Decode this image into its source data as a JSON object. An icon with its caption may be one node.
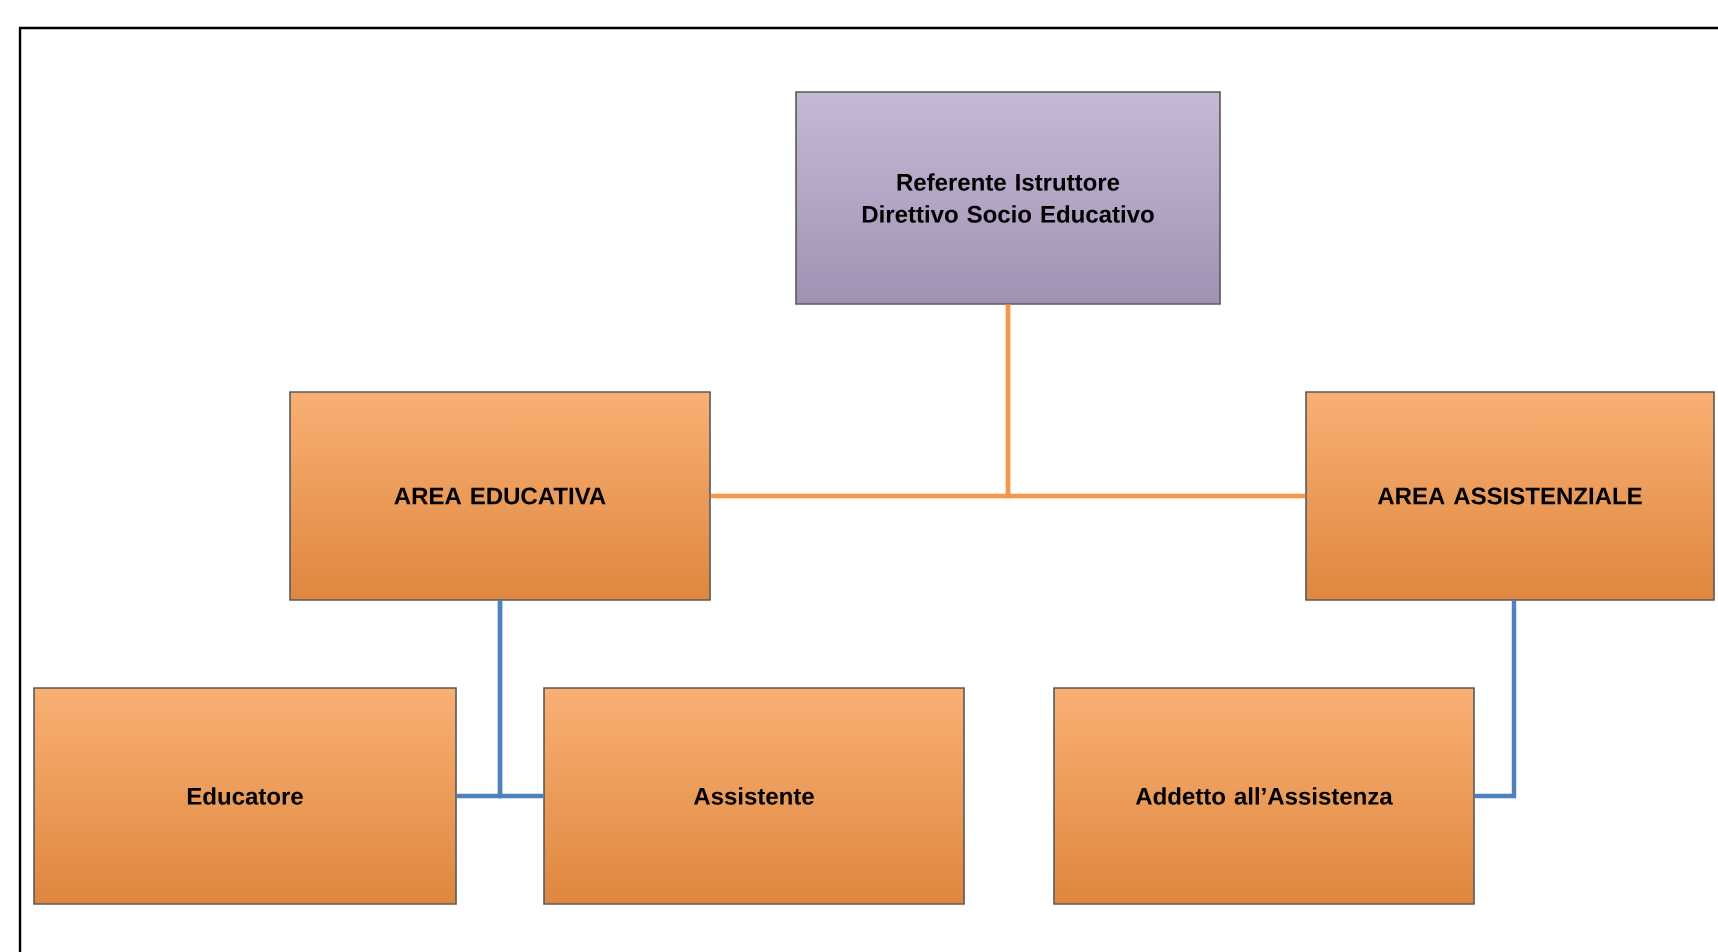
{
  "diagram": {
    "nodes": [
      {
        "text": [
          "Referente Istruttore Direttivo Socio Educativo"
        ]
      },
      {
        "text": [
          "AREA EDUCATIVA"
        ]
      },
      {
        "text": [
          "AREA ASSISTENZIALE"
        ]
      },
      {
        "text": [
          "Educatore"
        ]
      },
      {
        "text": [
          "Assistente"
        ]
      },
      {
        "text": [
          "Addetto all’Assistenza"
        ]
      }
    ],
    "edges": [
      {
        "from": 0,
        "to": 1,
        "arrow": "none",
        "color": "#f79646"
      },
      {
        "from": 0,
        "to": 2,
        "arrow": "none",
        "color": "#f79646"
      },
      {
        "from": 1,
        "to": 3,
        "arrow": "none"
      },
      {
        "from": 1,
        "to": 4,
        "arrow": "none"
      },
      {
        "from": 2,
        "to": 5,
        "arrow": "none"
      }
    ]
  }
}
